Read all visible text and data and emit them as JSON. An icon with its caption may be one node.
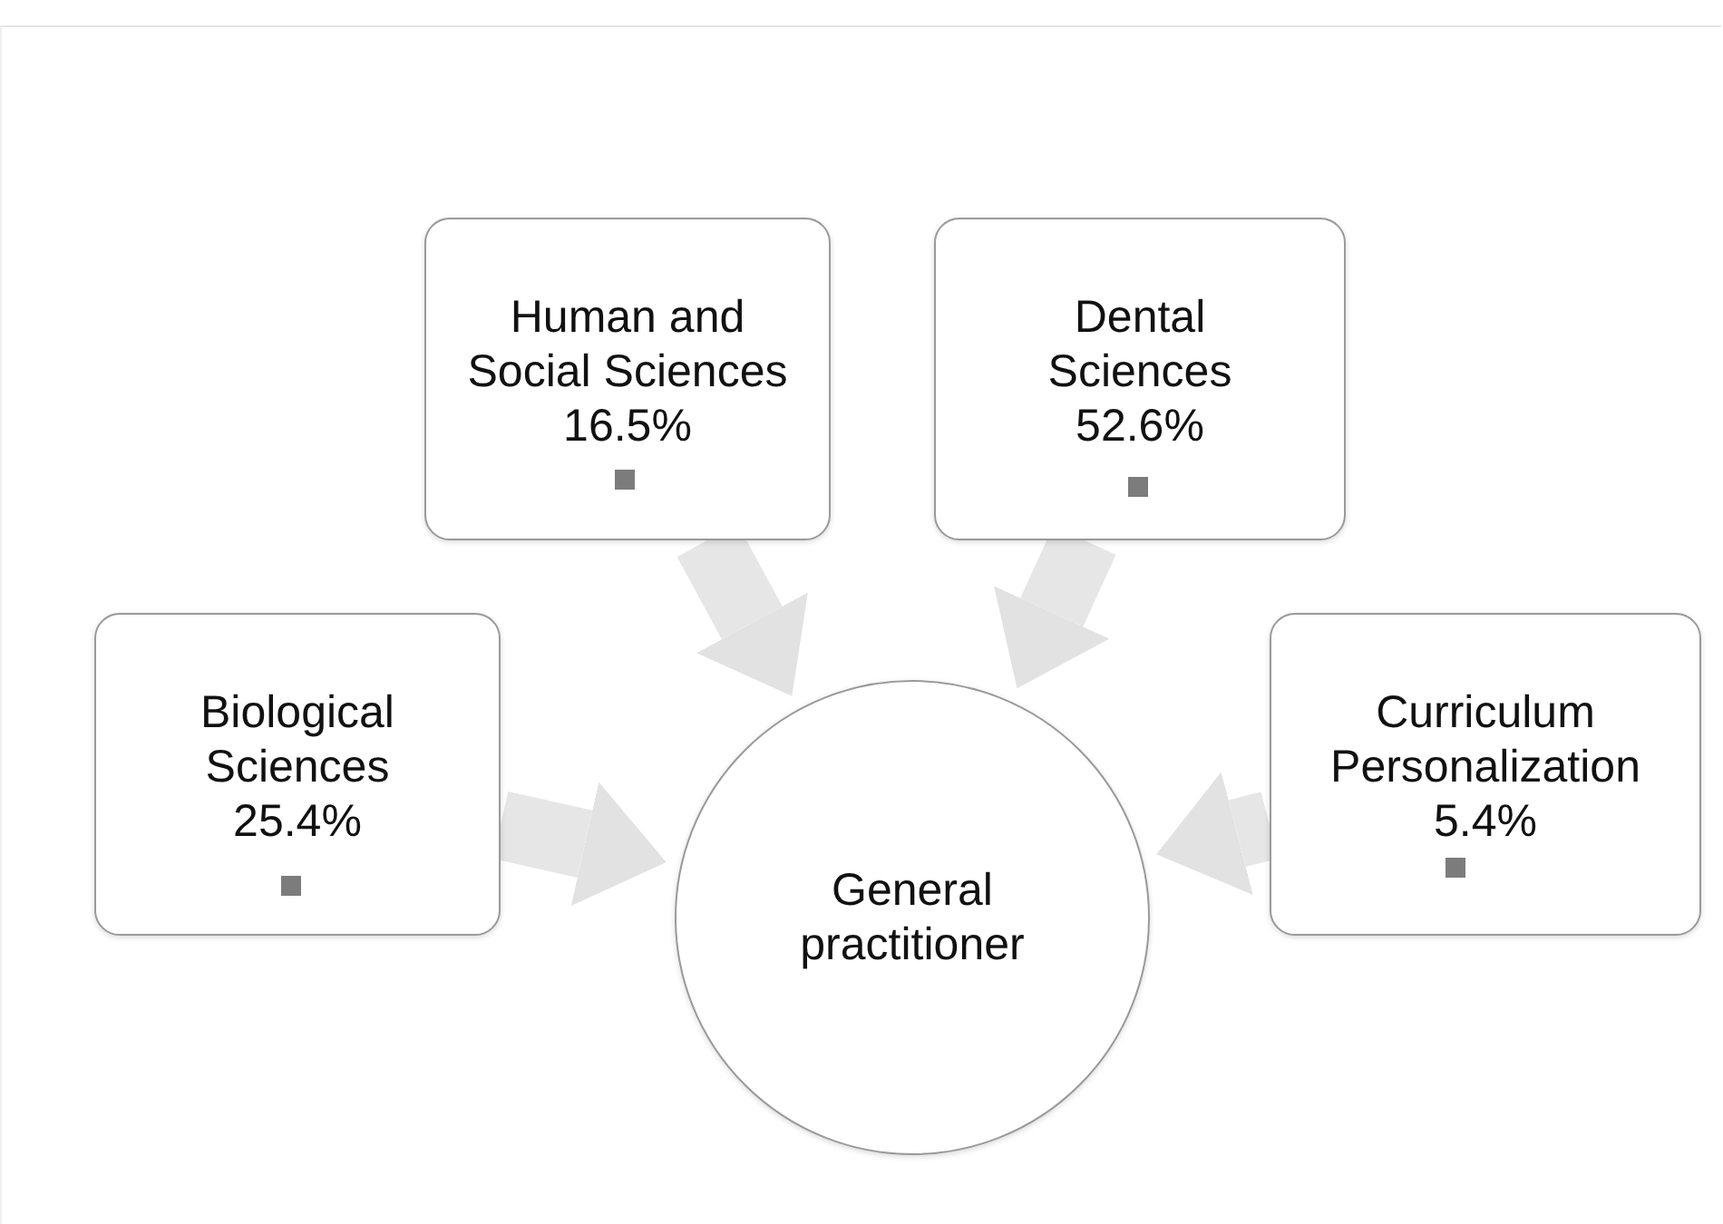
{
  "diagram": {
    "nodes": [
      {
        "text": [
          "Human and Social Sciences",
          "16.5%"
        ]
      },
      {
        "text": [
          "Dental Sciences",
          "52.6%"
        ]
      },
      {
        "text": [
          "Biological Sciences",
          "25.4%"
        ]
      },
      {
        "text": [
          "Curriculum Personalization",
          "5.4%"
        ]
      },
      {
        "text": [
          "General practitioner"
        ]
      }
    ],
    "edges": [
      {
        "from": 2,
        "to": 4,
        "arrow": "to"
      },
      {
        "from": 0,
        "to": 4,
        "arrow": "to"
      },
      {
        "from": 1,
        "to": 4,
        "arrow": "to"
      },
      {
        "from": 3,
        "to": 4,
        "arrow": "to"
      }
    ]
  }
}
